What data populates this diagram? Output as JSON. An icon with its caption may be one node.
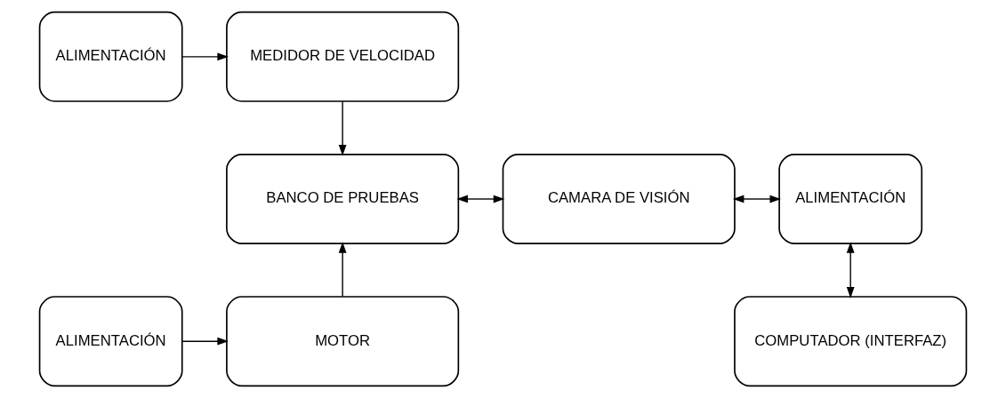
{
  "diagram": {
    "nodes": [
      {
        "text": [
          "ALIMENTACIÓN"
        ]
      },
      {
        "text": [
          "MEDIDOR DE VELOCIDAD"
        ]
      },
      {
        "text": [
          "BANCO DE PRUEBAS"
        ]
      },
      {
        "text": [
          "CAMARA DE VISIÓN"
        ]
      },
      {
        "text": [
          "ALIMENTACIÓN"
        ]
      },
      {
        "text": [
          "ALIMENTACIÓN"
        ]
      },
      {
        "text": [
          "MOTOR"
        ]
      },
      {
        "text": [
          "COMPUTADOR (INTERFAZ)"
        ]
      }
    ],
    "edges": [
      {
        "from": 0,
        "to": 1,
        "arrow": "to"
      },
      {
        "from": 1,
        "to": 2,
        "arrow": "to"
      },
      {
        "from": 2,
        "to": 3,
        "arrow": "both"
      },
      {
        "from": 3,
        "to": 4,
        "arrow": "both"
      },
      {
        "from": 4,
        "to": 7,
        "arrow": "both"
      },
      {
        "from": 6,
        "to": 2,
        "arrow": "to"
      },
      {
        "from": 5,
        "to": 6,
        "arrow": "to"
      }
    ]
  }
}
